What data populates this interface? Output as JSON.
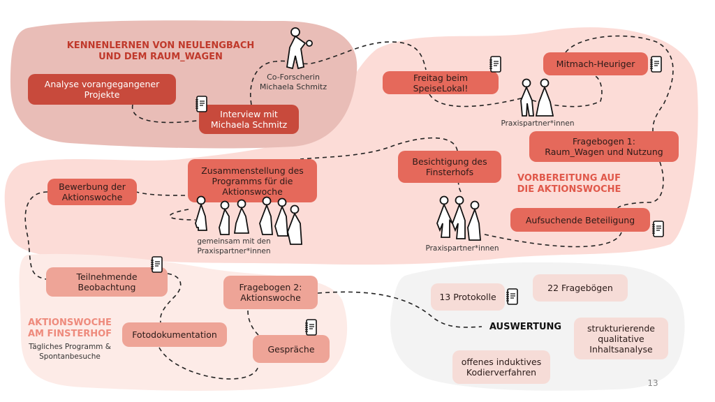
{
  "colors": {
    "blob1": "#e9bdb7",
    "blob2": "#fcdcd7",
    "blob3": "#fdebe7",
    "blob4": "#f3f3f3",
    "dark": "#c84a3c",
    "mid": "#e5695b",
    "light": "#eea497",
    "pale": "#f6dcd7"
  },
  "section1": {
    "title_line1": "KENNENLERNEN VON NEULENGBACH",
    "title_line2": "UND DEM RAUM_WAGEN",
    "analyse": "Analyse vorangegangener Projekte",
    "interview": "Interview mit Michaela Schmitz",
    "coresearcher": "Co-Forscherin",
    "coresearcher_name": "Michaela Schmitz"
  },
  "section2": {
    "title_line1": "VORBEREITUNG AUF",
    "title_line2": "DIE AKTIONSWOCHE",
    "freitag": "Freitag beim SpeiseLokal!",
    "mitmach": "Mitmach-Heuriger",
    "partners1": "Praxispartner*innen",
    "fragebogen1_l1": "Fragebogen 1:",
    "fragebogen1_l2": "Raum_Wagen und Nutzung",
    "besichtigung": "Besichtigung des Finsterhofs",
    "partners2": "Praxispartner*innen",
    "aufsuchende": "Aufsuchende Beteiligung",
    "zusammenstellung": "Zusammenstellung des Programms für die Aktionswoche",
    "bewerbung": "Bewerbung der Aktionswoche",
    "together_l1": "gemeinsam mit den",
    "together_l2": "Praxispartner*innen"
  },
  "section3": {
    "title_line1": "AKTIONSWOCHE",
    "title_line2": "AM FINSTERHOF",
    "sub_l1": "Tägliches Programm &",
    "sub_l2": "Spontanbesuche",
    "teilnehmende": "Teilnehmende Beobachtung",
    "fragebogen2_l1": "Fragebogen 2:",
    "fragebogen2_l2": "Aktionswoche",
    "foto": "Fotodokumentation",
    "gespraeche": "Gespräche"
  },
  "section4": {
    "title": "AUSWERTUNG",
    "protokolle": "13 Protokolle",
    "frageboegen": "22 Fragebögen",
    "strukturierende": "strukturierende qualitative Inhaltsanalyse",
    "offenes": "offenes induktives Kodierverfahren"
  },
  "page_number": "13"
}
